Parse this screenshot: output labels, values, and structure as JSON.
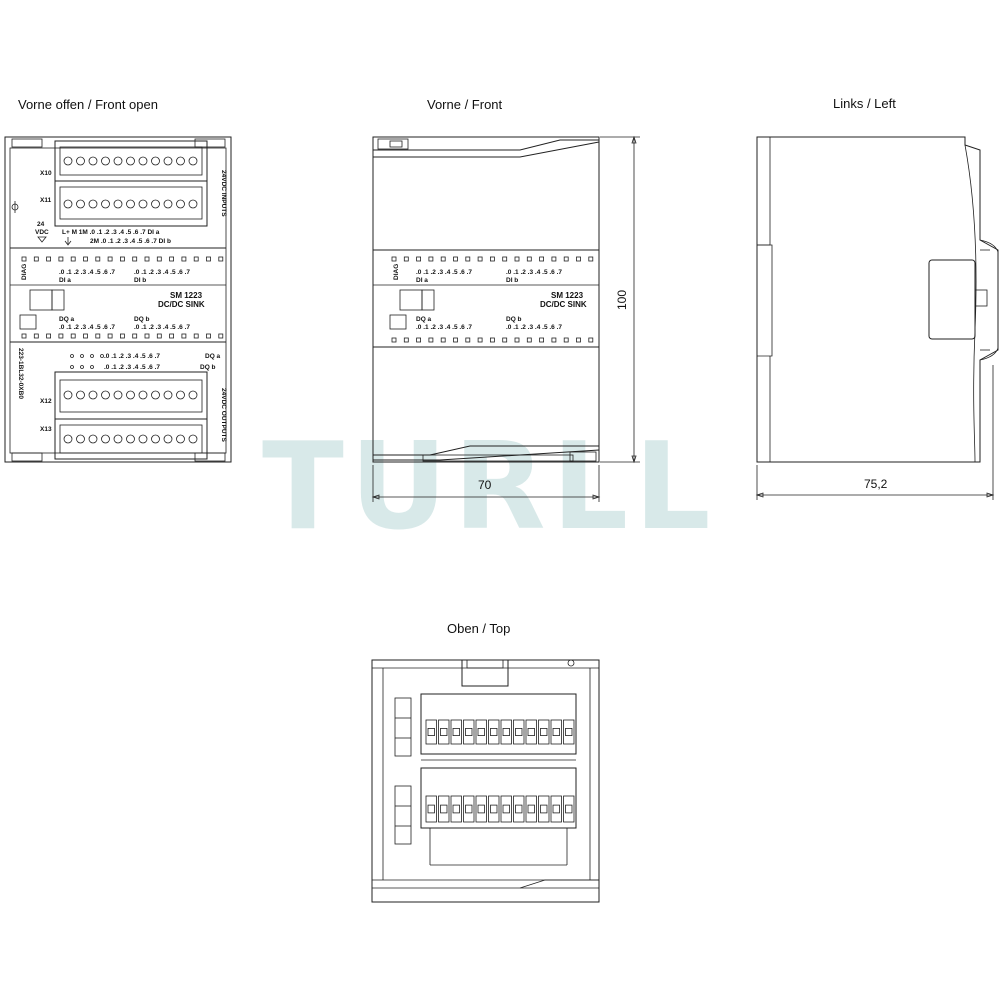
{
  "views": {
    "front_open": {
      "title": "Vorne offen / Front open",
      "connector_top_1": "X10",
      "connector_top_2": "X11",
      "connector_bot_1": "X12",
      "connector_bot_2": "X13",
      "side_inputs": "24VDC INPUTS",
      "side_outputs": "24VDC OUTPUTS",
      "power_24": "24",
      "power_vdc": "VDC",
      "row_power": "L+  M  1M  .0  .1  .2  .3  .4  .5  .6  .7  DI a",
      "row_power2": "2M  .0  .1  .2  .3  .4  .5  .6  .7  DI b",
      "diag": "DIAG",
      "dia_row": ".0 .1 .2 .3 .4 .5 .6 .7",
      "di_a": "DI a",
      "di_b": "DI b",
      "module_name": "SM 1223",
      "module_type": "DC/DC SINK",
      "dq_a": "DQ a",
      "dq_b": "DQ b",
      "order_no": "223-1BL32-0XB0",
      "dq_row": ".0 .1 .2 .3 .4 .5 .6 .7",
      "out_row_a": "DQ a",
      "out_row_b": "DQ b"
    },
    "front": {
      "title": "Vorne / Front",
      "diag": "DIAG",
      "dia_row": ".0 .1 .2 .3 .4 .5 .6 .7",
      "di_a": "DI a",
      "di_b": "DI b",
      "module_name": "SM 1223",
      "module_type": "DC/DC SINK",
      "dq_a": "DQ a",
      "dq_b": "DQ b",
      "width_dim": "70",
      "height_dim": "100"
    },
    "left": {
      "title": "Links / Left",
      "depth_dim": "75,2"
    },
    "top": {
      "title": "Oben / Top"
    }
  },
  "watermark": "TURLL",
  "colors": {
    "line": "#222222",
    "watermark": "#a9cfcf"
  }
}
